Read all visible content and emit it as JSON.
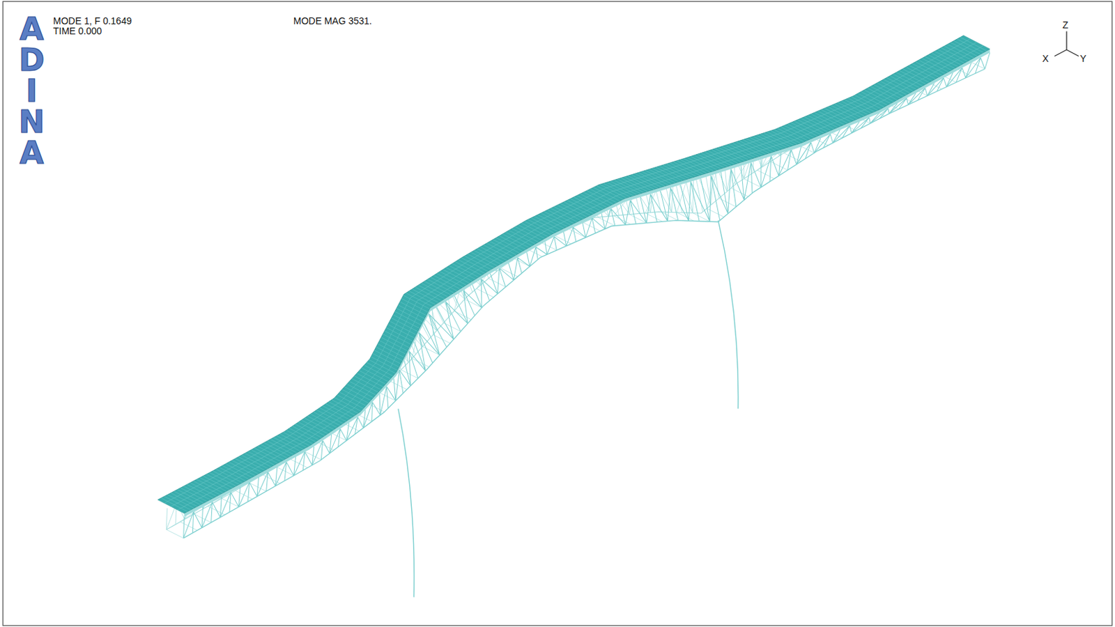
{
  "diagram": {
    "labels": [
      "ADINA",
      "MODE 1, F 0.1649",
      "TIME 0.000",
      "MODE MAG 3531.",
      "Z",
      "X",
      "Y"
    ]
  }
}
